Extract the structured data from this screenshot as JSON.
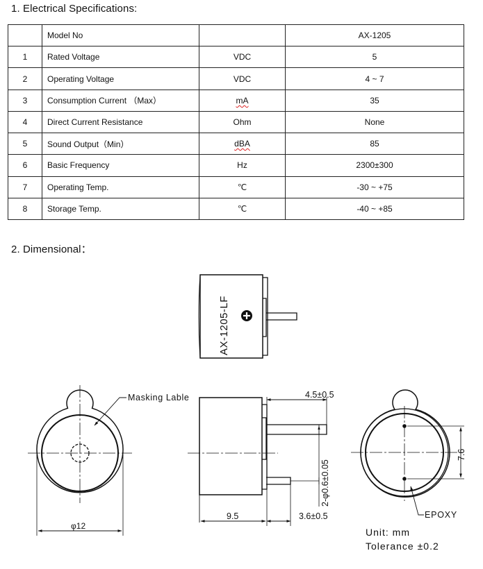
{
  "section1": {
    "title": "1. Electrical Specifications:"
  },
  "spec_table": {
    "header": {
      "num": "",
      "param": "Model No",
      "unit": "",
      "value": "AX-1205"
    },
    "rows": [
      {
        "num": "1",
        "param": "Rated Voltage",
        "unit": "VDC",
        "value": "5"
      },
      {
        "num": "2",
        "param": "Operating Voltage",
        "unit": "VDC",
        "value": "4 ~ 7"
      },
      {
        "num": "3",
        "param": "Consumption Current （Max）",
        "unit": "mA",
        "value": "35"
      },
      {
        "num": "4",
        "param": "Direct Current Resistance",
        "unit": "Ohm",
        "value": "None"
      },
      {
        "num": "5",
        "param": "Sound Output（Min）",
        "unit": "dBA",
        "value": "85"
      },
      {
        "num": "6",
        "param": "Basic Frequency",
        "unit": "Hz",
        "value": "2300±300"
      },
      {
        "num": "7",
        "param": "Operating Temp.",
        "unit": "℃",
        "value": "-30 ~ +75"
      },
      {
        "num": "8",
        "param": "Storage Temp.",
        "unit": "℃",
        "value": "-40 ~ +85"
      }
    ]
  },
  "section2": {
    "title": "2. Dimensional："
  },
  "drawing": {
    "body_marking": "AX-1205-LF",
    "polarity_symbol": "+",
    "masking_label": "Masking Lable",
    "dim_diameter": "φ12",
    "dim_height": "9.5",
    "dim_pin_length_top": "4.5±0.5",
    "dim_pin_length_bottom": "3.6±0.5",
    "dim_pin_diameter": "2-φ0.6±0.05",
    "dim_pin_spacing": "7.6",
    "epoxy_label": "EPOXY",
    "units_note": "Unit: mm",
    "tolerance_note": "Tolerance ±0.2"
  }
}
